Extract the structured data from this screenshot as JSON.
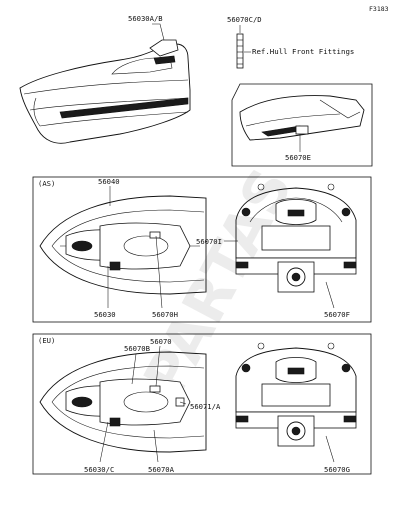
{
  "figure_code": "F3183",
  "watermark": "PARTAS",
  "labels": {
    "decal_56030AB": "56030A/B",
    "decal_56070CD": "56070C/D",
    "ref_hull": "Ref.Hull Front Fittings",
    "decal_56070E": "56070E",
    "decal_56040": "56040",
    "decal_56070I": "56070I",
    "decal_56030": "56030",
    "decal_56070H": "56070H",
    "decal_56070F": "56070F",
    "decal_56070": "56070",
    "decal_56070B": "56070B",
    "decal_56071A": "56071/A",
    "decal_56030C": "56030/C",
    "decal_56070A": "56070A",
    "decal_56070G": "56070G"
  },
  "regions": {
    "as": "(AS)",
    "eu": "(EU)"
  }
}
